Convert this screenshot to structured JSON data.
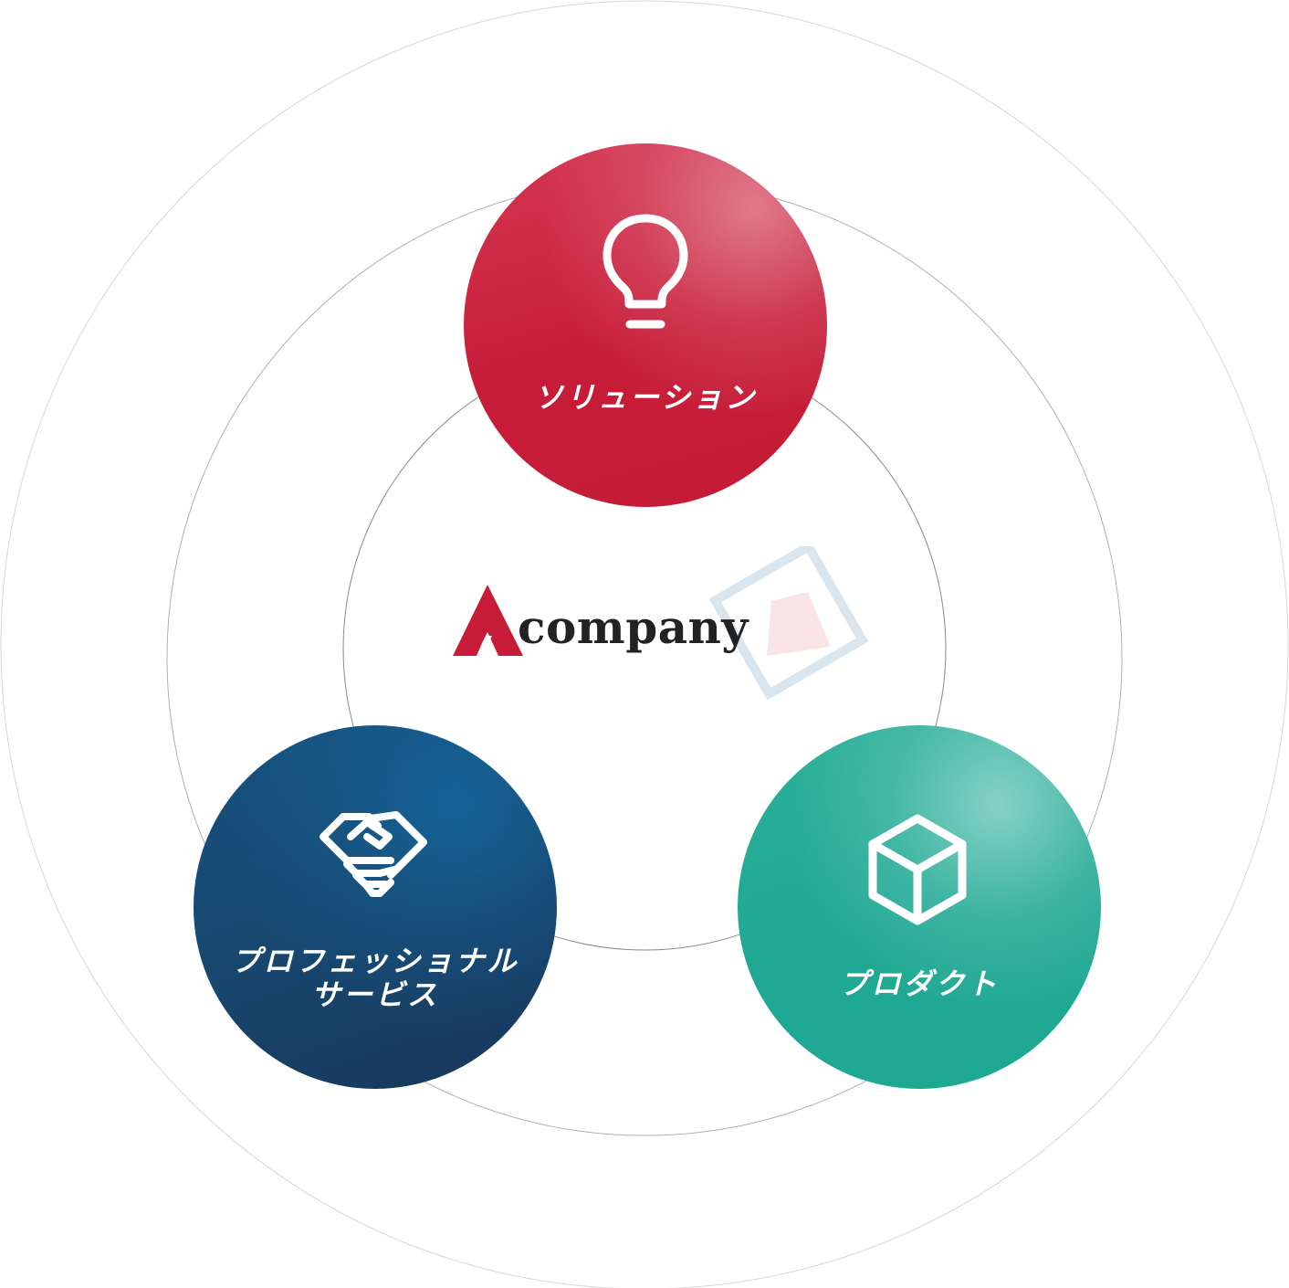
{
  "center": {
    "logo_text": "company"
  },
  "nodes": {
    "solution": {
      "label": "ソリューション",
      "icon": "lightbulb-icon",
      "color": "#c71c38"
    },
    "professional": {
      "label_line1": "プロフェッショナル",
      "label_line2": "サービス",
      "icon": "handshake-icon",
      "color": "#17476f"
    },
    "product": {
      "label": "プロダクト",
      "icon": "box-icon",
      "color": "#1fa893"
    }
  },
  "colors": {
    "brand_red": "#c71c38",
    "ring_stroke": "#cccccc",
    "ring_stroke_inner": "#999999",
    "logo_text": "#222222"
  }
}
